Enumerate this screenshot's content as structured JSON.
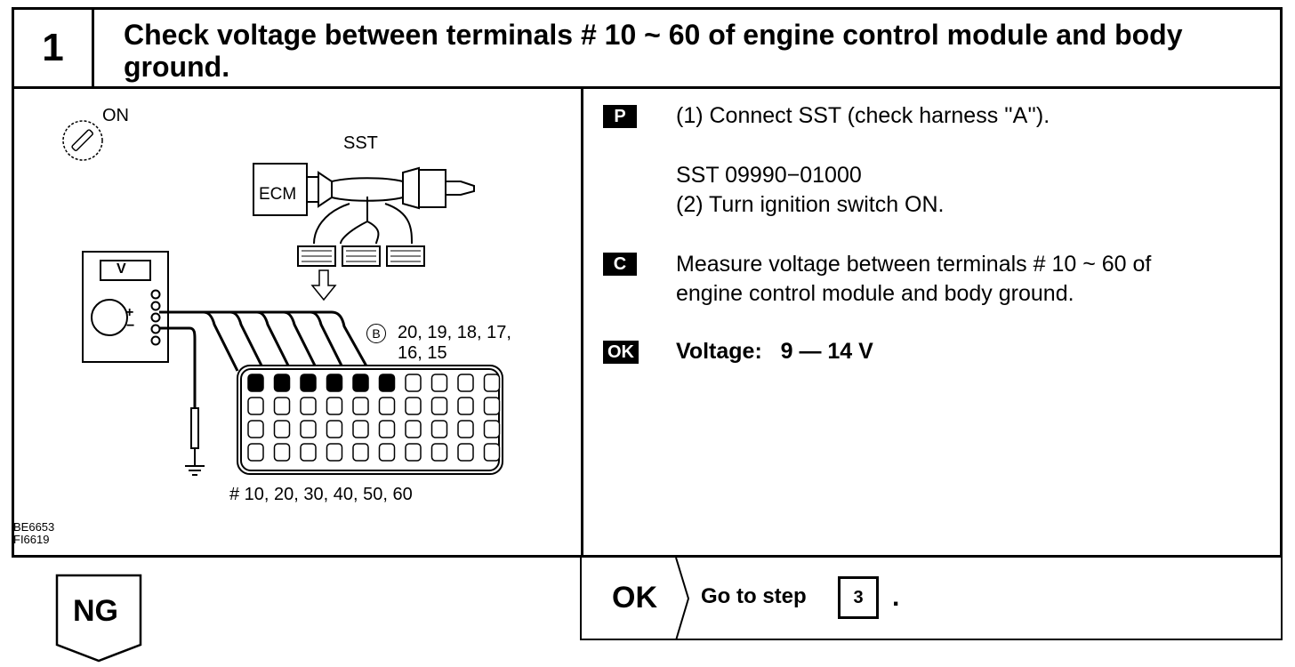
{
  "step": {
    "number": "1",
    "title": "Check voltage between terminals # 10 ~ 60 of engine control module and body ground."
  },
  "diagram": {
    "ignition_label": "ON",
    "sst_label": "SST",
    "ecm_label": "ECM",
    "meter_label": "V",
    "plus": "+",
    "minus": "−",
    "callout_b": "B",
    "terminals_b_line1": "20, 19, 18, 17,",
    "terminals_b_line2": "16, 15",
    "terminals_bottom": "# 10, 20, 30, 40, 50, 60",
    "fig_code_1": "BE6653",
    "fig_code_2": "FI6619"
  },
  "instructions": {
    "p_tag": "P",
    "p_line1": "(1) Connect SST (check harness ''A'').",
    "p_line2": "SST 09990−01000",
    "p_line3": "(2) Turn ignition switch ON.",
    "c_tag": "C",
    "c_line1": "Measure voltage between terminals # 10 ~ 60 of",
    "c_line2": "engine control module and body ground.",
    "ok_tag": "OK",
    "ok_spec": "Voltage:   9 — 14 V"
  },
  "results": {
    "ok_label": "OK",
    "ok_action": "Go to step",
    "ok_step": "3",
    "ok_dot": ".",
    "ng_label": "NG"
  }
}
